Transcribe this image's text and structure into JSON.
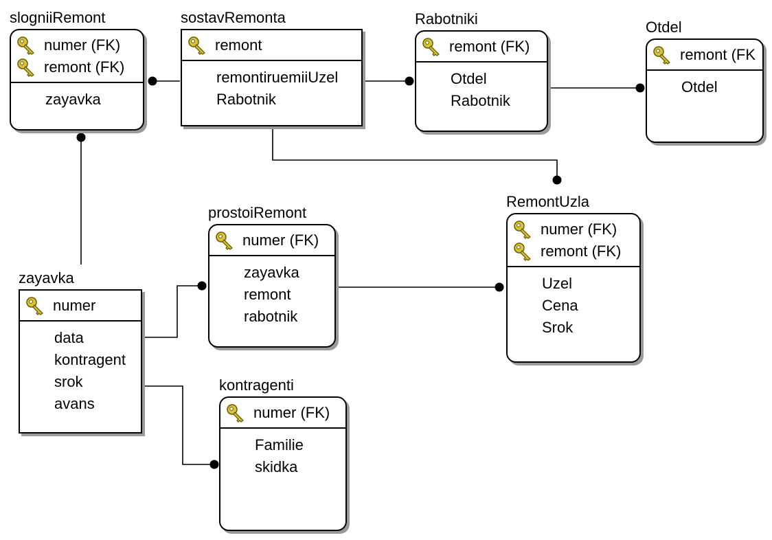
{
  "entities": {
    "slogniiRemont": {
      "name": "slogniiRemont",
      "keys": [
        "numer (FK)",
        "remont (FK)"
      ],
      "attributes": [
        "zayavka"
      ]
    },
    "sostavRemonta": {
      "name": "sostavRemonta",
      "keys": [
        "remont"
      ],
      "attributes": [
        "remontiruemiiUzel",
        "Rabotnik"
      ]
    },
    "Rabotniki": {
      "name": "Rabotniki",
      "keys": [
        "remont (FK)"
      ],
      "attributes": [
        "Otdel",
        "Rabotnik"
      ]
    },
    "Otdel": {
      "name": "Otdel",
      "keys": [
        "remont (FK"
      ],
      "attributes": [
        "Otdel"
      ]
    },
    "RemontUzla": {
      "name": "RemontUzla",
      "keys": [
        "numer (FK)",
        "remont (FK)"
      ],
      "attributes": [
        "Uzel",
        "Cena",
        "Srok"
      ]
    },
    "prostoiRemont": {
      "name": "prostoiRemont",
      "keys": [
        "numer (FK)"
      ],
      "attributes": [
        "zayavka",
        "remont",
        "rabotnik"
      ]
    },
    "zayavka": {
      "name": "zayavka",
      "keys": [
        "numer"
      ],
      "attributes": [
        "data",
        "kontragent",
        "srok",
        "avans"
      ]
    },
    "kontragenti": {
      "name": "kontragenti",
      "keys": [
        "numer (FK)"
      ],
      "attributes": [
        "Familie",
        "skidka"
      ]
    }
  },
  "icons": {
    "key": "key-icon"
  },
  "colors": {
    "key_fill": "#d8c43a",
    "key_stroke": "#6b5a00",
    "shadow": "#9a9a9a"
  }
}
